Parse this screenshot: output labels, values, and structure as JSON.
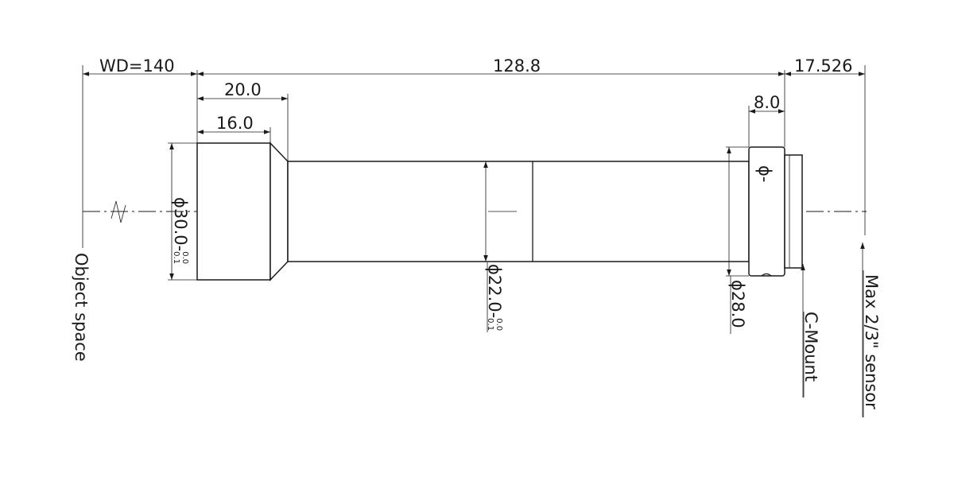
{
  "dimensions": {
    "working_distance": "WD=140",
    "total_length": "128.8",
    "flange_to_sensor": "17.526",
    "front_barrel_length": "20.0",
    "front_cylinder_length": "16.0",
    "rear_ring_length": "8.0"
  },
  "diameters": {
    "front": {
      "main": "ϕ30.0-",
      "tol_upper": "0.0",
      "tol_lower": "0.1"
    },
    "middle": {
      "main": "ϕ22.0-",
      "tol_upper": "0.0",
      "tol_lower": "0.1"
    },
    "rear": {
      "main": "ϕ28.0"
    }
  },
  "labels": {
    "object_space": "Object space",
    "mount": "C-Mount",
    "sensor": "Max 2/3\" sensor",
    "ring_mark": "ϕ-"
  }
}
